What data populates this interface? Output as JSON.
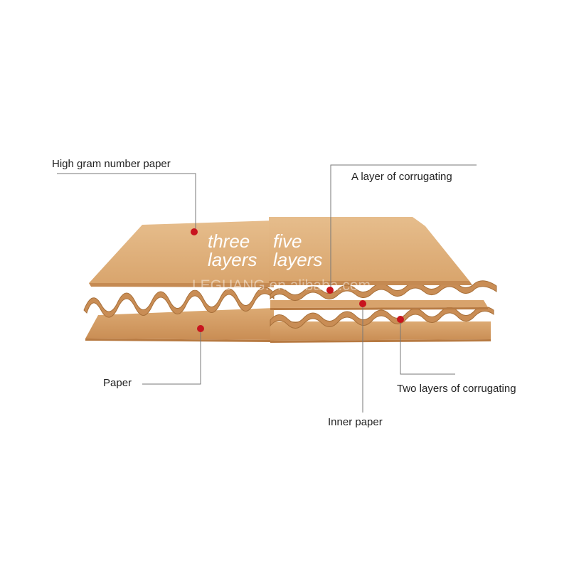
{
  "labels": {
    "high_gram_paper": "High gram number paper",
    "one_layer_corrugating": "A layer of corrugating",
    "paper": "Paper",
    "two_layers_corrugating": "Two layers of corrugating",
    "inner_paper": "Inner paper"
  },
  "panels": {
    "left_word1": "three",
    "left_word2": "layers",
    "right_word1": "five",
    "right_word2": "layers"
  },
  "watermark": "LEGUANG.en.alibaba.com",
  "colors": {
    "kraft_top": "#e2b583",
    "kraft_mid": "#d39c63",
    "kraft_edge": "#c88a50",
    "kraft_dark": "#a86a35",
    "marker": "#c8141e",
    "leader": "#777777",
    "label_text": "#222222"
  }
}
